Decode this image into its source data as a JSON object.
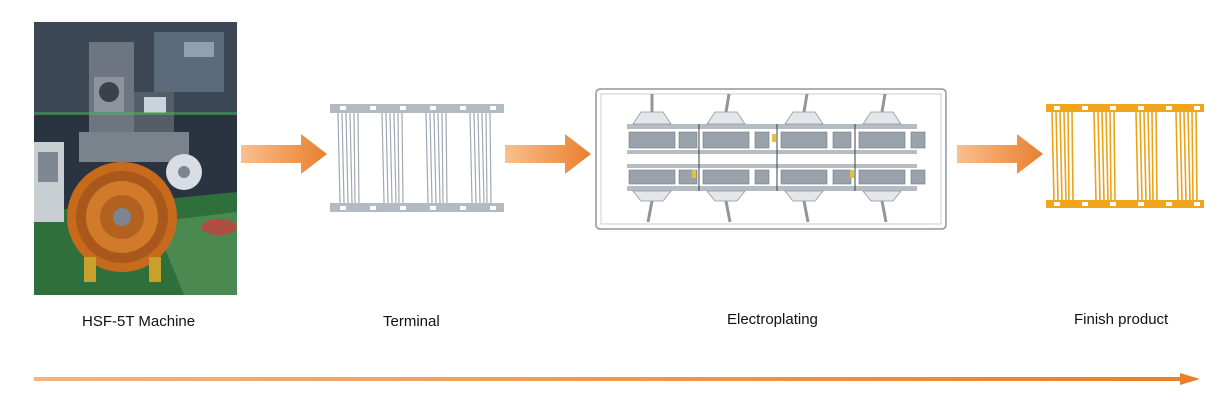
{
  "steps": [
    {
      "label": "HSF-5T Machine",
      "icon": "machine-photo"
    },
    {
      "label": "Terminal",
      "icon": "terminal-strip"
    },
    {
      "label": "Electroplating",
      "icon": "electroplating-line"
    },
    {
      "label": "Finish product",
      "icon": "finished-terminal-strip"
    }
  ],
  "colors": {
    "arrow": "#ec8b3a",
    "arrow_light": "#f6b377",
    "terminal": "#a9b1ba",
    "finish": "#f0a51c",
    "plating_tank": "#9aa3ab"
  }
}
